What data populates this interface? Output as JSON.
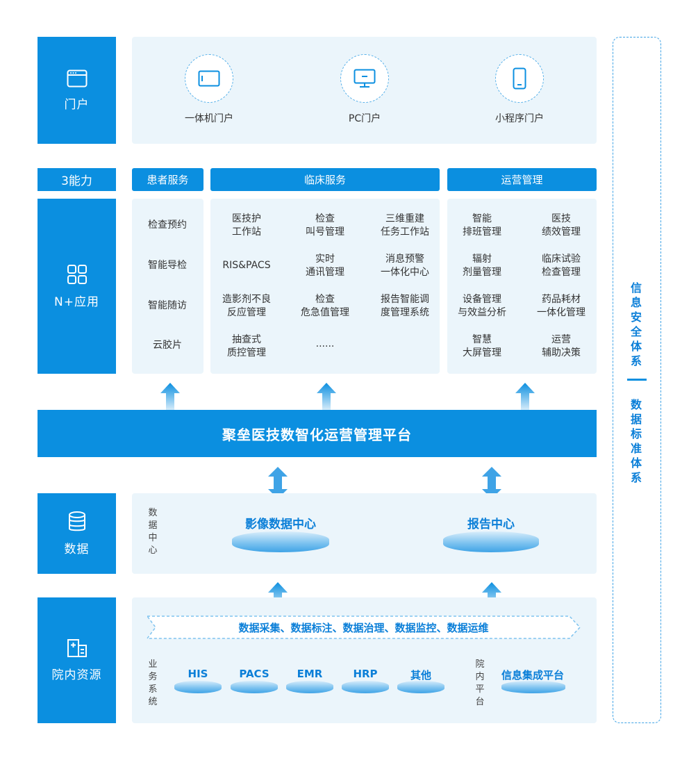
{
  "portal": {
    "label": "门户",
    "items": [
      {
        "label": "一体机门户",
        "icon": "tablet-icon"
      },
      {
        "label": "PC门户",
        "icon": "monitor-icon"
      },
      {
        "label": "小程序门户",
        "icon": "phone-icon"
      }
    ]
  },
  "capability": {
    "label": "3能力",
    "headers": {
      "patient": "患者服务",
      "clinical": "临床服务",
      "ops": "运营管理"
    }
  },
  "apps": {
    "label": "N+应用",
    "patient": [
      "检查预约",
      "智能导检",
      "智能随访",
      "云胶片"
    ],
    "clinical": [
      "医技护\n工作站",
      "检查\n叫号管理",
      "三维重建\n任务工作站",
      "RIS&PACS",
      "实时\n通讯管理",
      "消息预警\n一体化中心",
      "造影剂不良\n反应管理",
      "检查\n危急值管理",
      "报告智能调\n度管理系统",
      "抽查式\n质控管理",
      "......"
    ],
    "ops": [
      "智能\n排班管理",
      "医技\n绩效管理",
      "辐射\n剂量管理",
      "临床试验\n检查管理",
      "设备管理\n与效益分析",
      "药品耗材\n一体化管理",
      "智慧\n大屏管理",
      "运营\n辅助决策"
    ]
  },
  "platform": {
    "title": "聚垒医技数智化运营管理平台"
  },
  "data": {
    "label": "数据",
    "center_label": "数据中心",
    "centers": [
      "影像数据中心",
      "报告中心"
    ]
  },
  "resources": {
    "label": "院内资源",
    "process": "数据采集、数据标注、数据治理、数据监控、数据运维",
    "biz_label": "业务系统",
    "systems": [
      "HIS",
      "PACS",
      "EMR",
      "HRP",
      "其他"
    ],
    "hosp_label": "院内平台",
    "integration": "信息集成平台"
  },
  "right_rail": {
    "security": "信息安全体系",
    "standard": "数据标准体系"
  },
  "colors": {
    "primary": "#0b8fe0",
    "panel": "#ebf5fb",
    "accent_text": "#0b7fd8"
  }
}
